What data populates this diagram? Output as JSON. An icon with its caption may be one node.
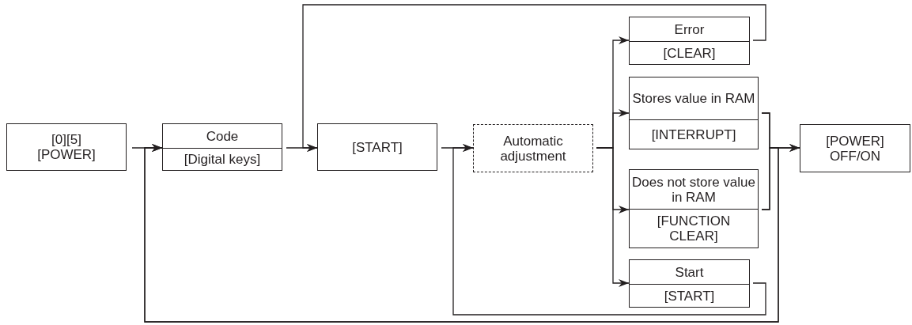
{
  "diagram": {
    "nodes": [
      {
        "text": [
          "[0][5]",
          "[POWER]"
        ]
      },
      {
        "text": [
          "Code",
          "[Digital keys]"
        ]
      },
      {
        "text": [
          "[START]"
        ]
      },
      {
        "text": [
          "Automatic adjustment"
        ]
      },
      {
        "text": [
          "Error",
          "[CLEAR]"
        ]
      },
      {
        "text": [
          "Stores value in RAM",
          "[INTERRUPT]"
        ]
      },
      {
        "text": [
          "Does not store value in RAM",
          "[FUNCTION CLEAR]"
        ]
      },
      {
        "text": [
          "Start",
          "[START]"
        ]
      },
      {
        "text": [
          "[POWER]",
          "OFF/ON"
        ]
      }
    ],
    "edges": [
      {
        "from": 0,
        "to": 1,
        "arrow": "to"
      },
      {
        "from": 1,
        "to": 2,
        "arrow": "to"
      },
      {
        "from": 2,
        "to": 3,
        "arrow": "to"
      },
      {
        "from": 3,
        "to": 4,
        "arrow": "to"
      },
      {
        "from": 3,
        "to": 5,
        "arrow": "to"
      },
      {
        "from": 3,
        "to": 6,
        "arrow": "to"
      },
      {
        "from": 3,
        "to": 7,
        "arrow": "to"
      },
      {
        "from": 4,
        "to": 2,
        "arrow": "to"
      },
      {
        "from": 5,
        "to": 8,
        "arrow": "to"
      },
      {
        "from": 6,
        "to": 8,
        "arrow": "to"
      },
      {
        "from": 7,
        "to": 3,
        "arrow": "to"
      },
      {
        "from": 5,
        "to": 1,
        "arrow": "to"
      },
      {
        "from": 6,
        "to": 1,
        "arrow": "to"
      }
    ]
  }
}
